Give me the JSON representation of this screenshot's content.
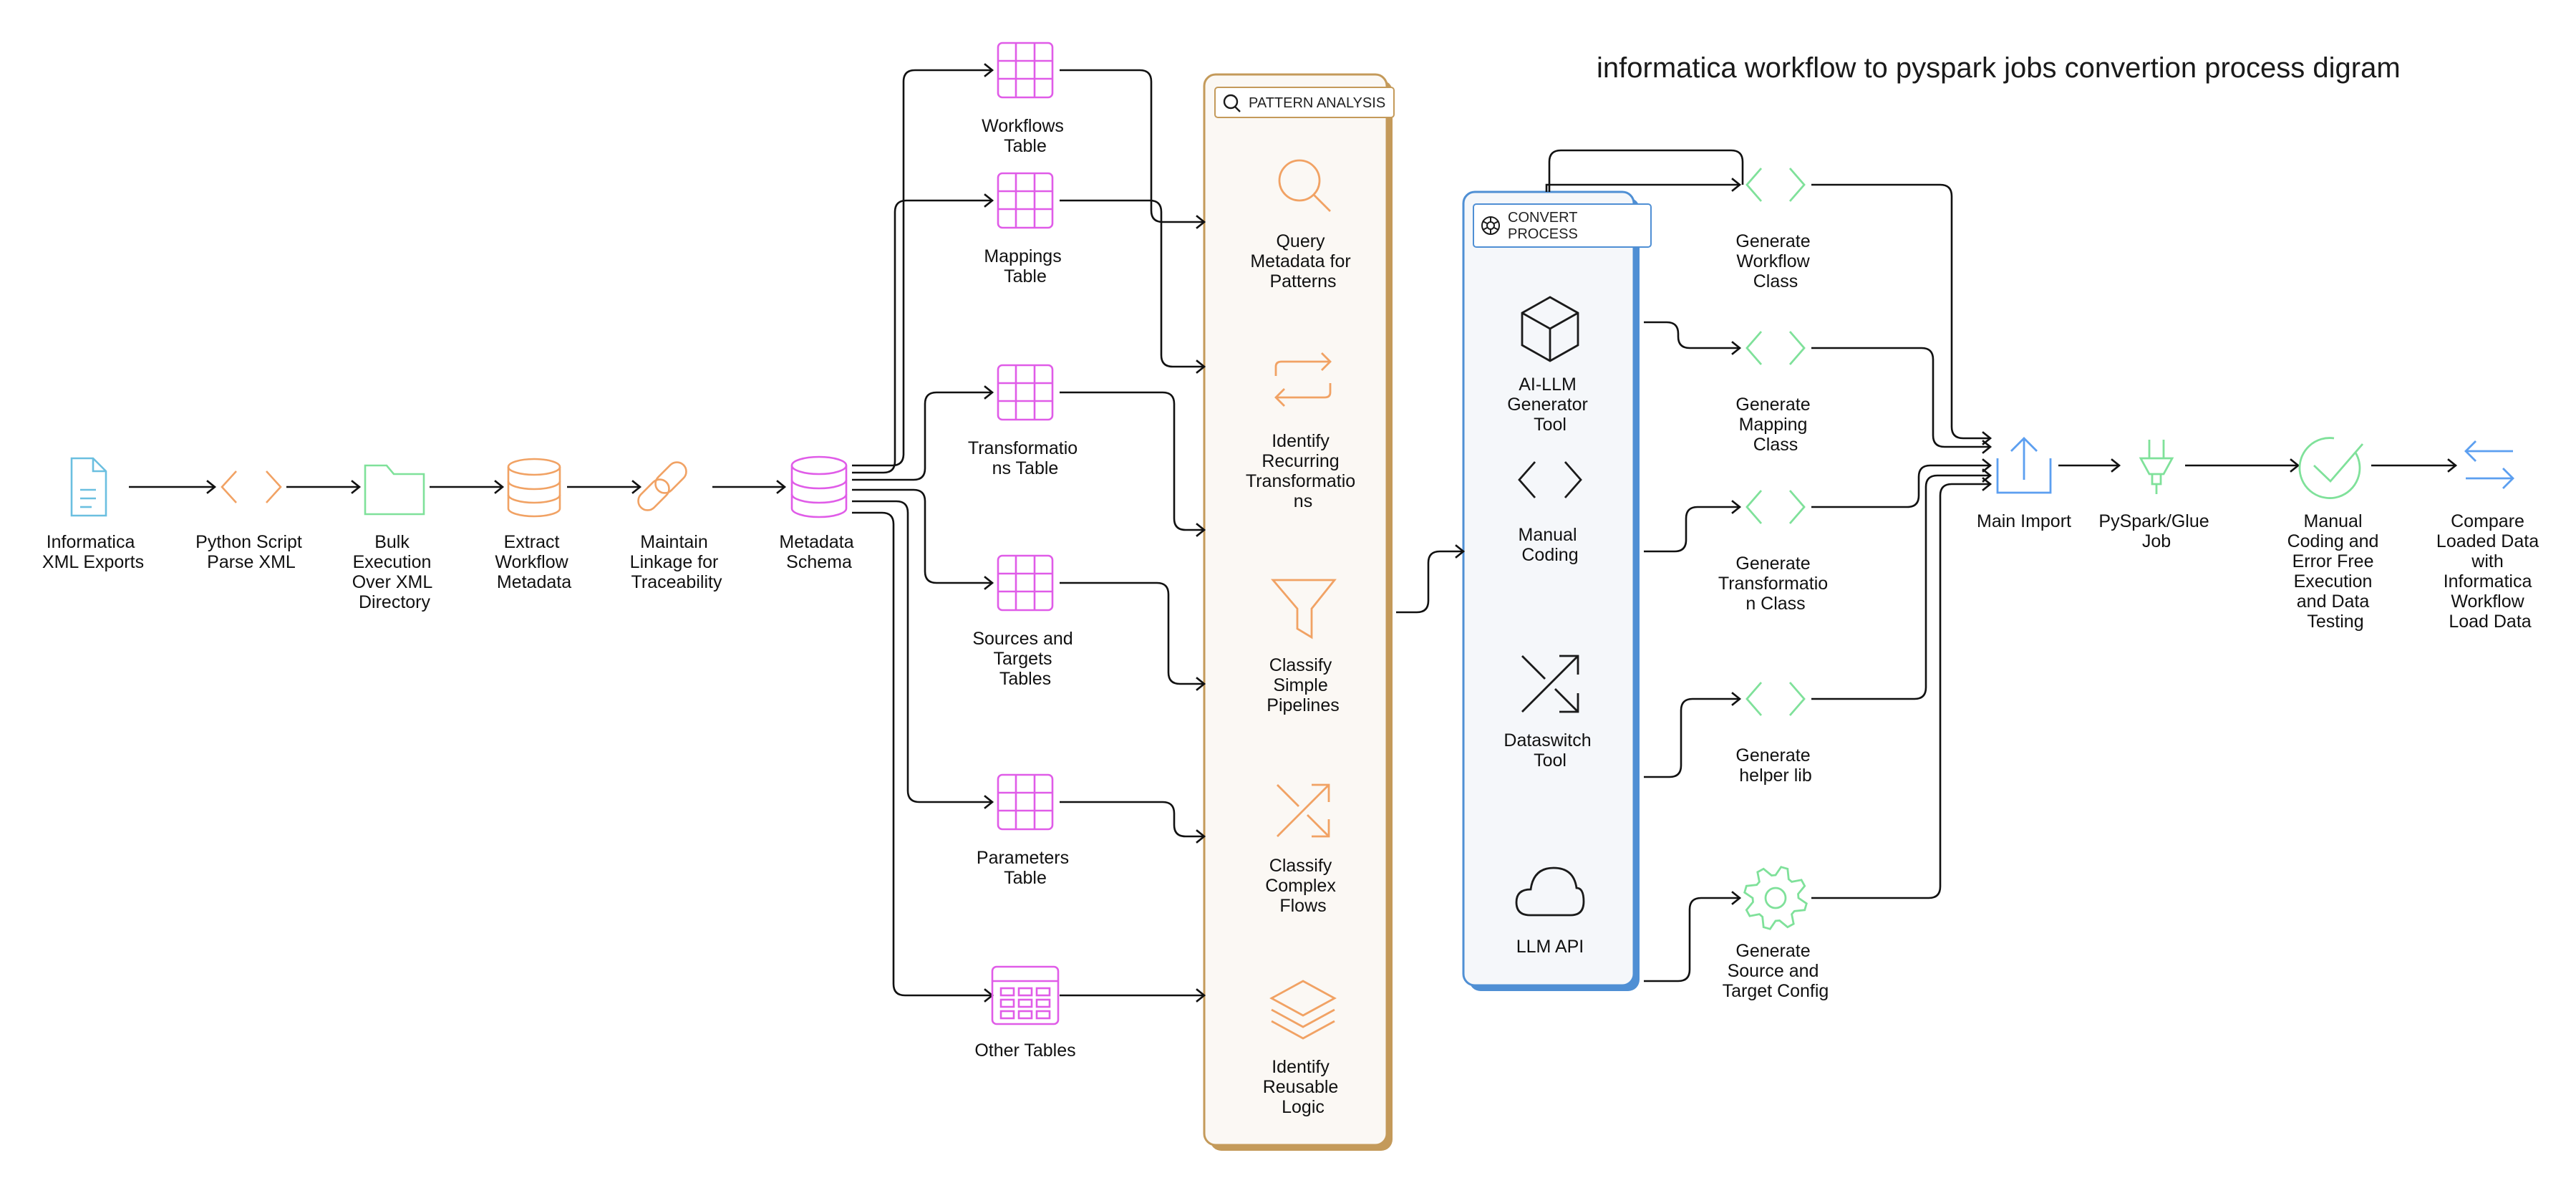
{
  "diagram": {
    "title": "informatica workflow to pyspark jobs convertion process digram",
    "pipeline": [
      {
        "id": "xml",
        "lines": [
          "Informatica",
          "XML Exports"
        ],
        "icon": "document-icon",
        "color": "#6bbfe0"
      },
      {
        "id": "py",
        "lines": [
          "Python Script",
          "Parse XML"
        ],
        "icon": "code-brackets-icon",
        "color": "#f1a264"
      },
      {
        "id": "bulk",
        "lines": [
          "Bulk",
          "Execution",
          "Over XML",
          "Directory"
        ],
        "icon": "folder-icon",
        "color": "#7fe19a"
      },
      {
        "id": "extract",
        "lines": [
          "Extract",
          "Workflow",
          "Metadata"
        ],
        "icon": "database-icon",
        "color": "#f1a264"
      },
      {
        "id": "link",
        "lines": [
          "Maintain",
          "Linkage for",
          "Traceability"
        ],
        "icon": "link-icon",
        "color": "#f1a264"
      },
      {
        "id": "schema",
        "lines": [
          "Metadata",
          "Schema"
        ],
        "icon": "database-icon",
        "color": "#e05ce8"
      }
    ],
    "tables": [
      {
        "id": "t_wf",
        "lines": [
          "Workflows",
          "Table"
        ],
        "icon": "table-icon"
      },
      {
        "id": "t_map",
        "lines": [
          "Mappings",
          "Table"
        ],
        "icon": "table-icon"
      },
      {
        "id": "t_tr",
        "lines": [
          "Transformatio",
          "ns Table"
        ],
        "icon": "table-icon"
      },
      {
        "id": "t_st",
        "lines": [
          "Sources and",
          "Targets",
          "Tables"
        ],
        "icon": "table-icon"
      },
      {
        "id": "t_par",
        "lines": [
          "Parameters",
          "Table"
        ],
        "icon": "table-icon"
      },
      {
        "id": "t_oth",
        "lines": [
          "Other Tables"
        ],
        "icon": "grid-table-icon"
      }
    ],
    "pattern_analysis": {
      "badge": "PATTERN ANALYSIS",
      "items": [
        {
          "id": "pa1",
          "lines": [
            "Query",
            "Metadata for",
            "Patterns"
          ],
          "icon": "search-icon"
        },
        {
          "id": "pa2",
          "lines": [
            "Identify",
            "Recurring",
            "Transformatio",
            "ns"
          ],
          "icon": "repeat-arrows-icon"
        },
        {
          "id": "pa3",
          "lines": [
            "Classify",
            "Simple",
            "Pipelines"
          ],
          "icon": "funnel-icon"
        },
        {
          "id": "pa4",
          "lines": [
            "Classify",
            "Complex",
            "Flows"
          ],
          "icon": "shuffle-icon"
        },
        {
          "id": "pa5",
          "lines": [
            "Identify",
            "Reusable",
            "Logic"
          ],
          "icon": "layers-icon"
        }
      ]
    },
    "convert_process": {
      "badge_lines": [
        "CONVERT",
        "PROCESS"
      ],
      "items": [
        {
          "id": "cp1",
          "lines": [
            "AI-LLM",
            "Generator",
            "Tool"
          ],
          "icon": "cube-icon"
        },
        {
          "id": "cp2",
          "lines": [
            "Manual",
            "Coding"
          ],
          "icon": "code-brackets-icon"
        },
        {
          "id": "cp3",
          "lines": [
            "Dataswitch",
            "Tool"
          ],
          "icon": "shuffle-icon"
        },
        {
          "id": "cp4",
          "lines": [
            "LLM API"
          ],
          "icon": "cloud-icon"
        }
      ]
    },
    "generators": [
      {
        "id": "g1",
        "lines": [
          "Generate",
          "Workflow",
          "Class"
        ],
        "icon": "code-brackets-icon"
      },
      {
        "id": "g2",
        "lines": [
          "Generate",
          "Mapping",
          "Class"
        ],
        "icon": "code-brackets-icon"
      },
      {
        "id": "g3",
        "lines": [
          "Generate",
          "Transformatio",
          "n Class"
        ],
        "icon": "code-brackets-icon"
      },
      {
        "id": "g4",
        "lines": [
          "Generate",
          "helper lib"
        ],
        "icon": "code-brackets-icon"
      },
      {
        "id": "g5",
        "lines": [
          "Generate",
          "Source and",
          "Target Config"
        ],
        "icon": "gear-icon"
      }
    ],
    "final": [
      {
        "id": "imp",
        "lines": [
          "Main Import"
        ],
        "icon": "upload-icon",
        "color": "#5c9ff0"
      },
      {
        "id": "job",
        "lines": [
          "PySpark/Glue",
          "Job"
        ],
        "icon": "glue-icon",
        "color": "#7fe19a"
      },
      {
        "id": "test",
        "lines": [
          "Manual",
          "Coding and",
          "Error Free",
          "Execution",
          "and Data",
          "Testing"
        ],
        "icon": "check-circle-icon",
        "color": "#7fe19a"
      },
      {
        "id": "cmp",
        "lines": [
          "Compare",
          "Loaded Data",
          "with",
          "Informatica",
          "Workflow",
          "Load Data"
        ],
        "icon": "compare-arrows-icon",
        "color": "#5c9ff0"
      }
    ]
  }
}
